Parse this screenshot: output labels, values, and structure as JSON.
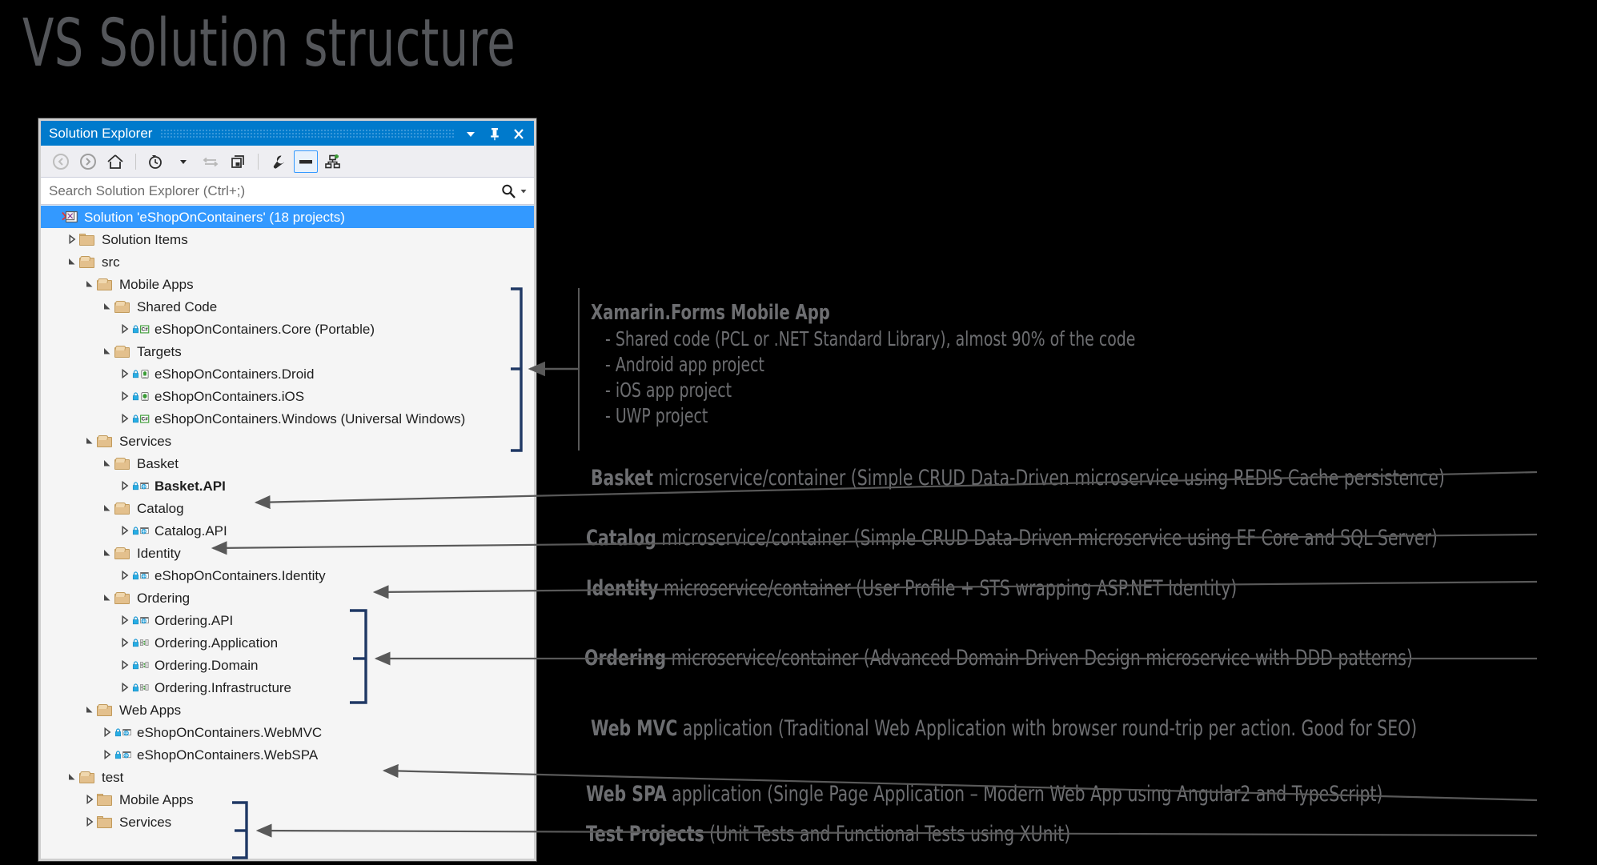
{
  "slide": {
    "title": "VS Solution structure"
  },
  "solution_explorer": {
    "window_title": "Solution Explorer",
    "titlebar_buttons": [
      {
        "name": "dropdown-icon",
        "label": "▾"
      },
      {
        "name": "pin-icon",
        "label": "Pin"
      },
      {
        "name": "close-icon",
        "label": "Close"
      }
    ],
    "toolbar": [
      {
        "name": "back-icon",
        "label": "Back"
      },
      {
        "name": "forward-icon",
        "label": "Forward"
      },
      {
        "name": "home-icon",
        "label": "Home"
      },
      {
        "name": "pending-changes-icon",
        "label": "Pending Changes"
      },
      {
        "name": "sync-icon",
        "label": "Sync with Active Document"
      },
      {
        "name": "show-all-files-icon",
        "label": "Show All Files"
      },
      {
        "name": "properties-icon",
        "label": "Properties"
      },
      {
        "name": "preview-selected-items-icon",
        "label": "Preview Selected Items"
      },
      {
        "name": "class-view-icon",
        "label": "View Class Diagram"
      }
    ],
    "search": {
      "placeholder": "Search Solution Explorer (Ctrl+;)",
      "value": ""
    },
    "tree": [
      {
        "depth": 0,
        "expander": "none",
        "icon": "solution",
        "label": "Solution 'eShopOnContainers' (18 projects)",
        "selected": true,
        "bold": false
      },
      {
        "depth": 1,
        "expander": "collapsed",
        "icon": "folder-closed",
        "label": "Solution Items",
        "selected": false,
        "bold": false
      },
      {
        "depth": 1,
        "expander": "expanded",
        "icon": "folder-open",
        "label": "src",
        "selected": false,
        "bold": false
      },
      {
        "depth": 2,
        "expander": "expanded",
        "icon": "folder-open",
        "label": "Mobile Apps",
        "selected": false,
        "bold": false
      },
      {
        "depth": 3,
        "expander": "expanded",
        "icon": "folder-open",
        "label": "Shared Code",
        "selected": false,
        "bold": false
      },
      {
        "depth": 4,
        "expander": "collapsed",
        "icon": "csharp",
        "label": "eShopOnContainers.Core (Portable)",
        "selected": false,
        "bold": false
      },
      {
        "depth": 3,
        "expander": "expanded",
        "icon": "folder-open",
        "label": "Targets",
        "selected": false,
        "bold": false
      },
      {
        "depth": 4,
        "expander": "collapsed",
        "icon": "android",
        "label": "eShopOnContainers.Droid",
        "selected": false,
        "bold": false
      },
      {
        "depth": 4,
        "expander": "collapsed",
        "icon": "ios",
        "label": "eShopOnContainers.iOS",
        "selected": false,
        "bold": false
      },
      {
        "depth": 4,
        "expander": "collapsed",
        "icon": "csharp",
        "label": "eShopOnContainers.Windows (Universal Windows)",
        "selected": false,
        "bold": false
      },
      {
        "depth": 2,
        "expander": "expanded",
        "icon": "folder-open",
        "label": "Services",
        "selected": false,
        "bold": false
      },
      {
        "depth": 3,
        "expander": "expanded",
        "icon": "folder-open",
        "label": "Basket",
        "selected": false,
        "bold": false
      },
      {
        "depth": 4,
        "expander": "collapsed",
        "icon": "web",
        "label": "Basket.API",
        "selected": false,
        "bold": true
      },
      {
        "depth": 3,
        "expander": "expanded",
        "icon": "folder-open",
        "label": "Catalog",
        "selected": false,
        "bold": false
      },
      {
        "depth": 4,
        "expander": "collapsed",
        "icon": "web",
        "label": "Catalog.API",
        "selected": false,
        "bold": false
      },
      {
        "depth": 3,
        "expander": "expanded",
        "icon": "folder-open",
        "label": "Identity",
        "selected": false,
        "bold": false
      },
      {
        "depth": 4,
        "expander": "collapsed",
        "icon": "web",
        "label": "eShopOnContainers.Identity",
        "selected": false,
        "bold": false
      },
      {
        "depth": 3,
        "expander": "expanded",
        "icon": "folder-open",
        "label": "Ordering",
        "selected": false,
        "bold": false
      },
      {
        "depth": 4,
        "expander": "collapsed",
        "icon": "web",
        "label": "Ordering.API",
        "selected": false,
        "bold": false
      },
      {
        "depth": 4,
        "expander": "collapsed",
        "icon": "library",
        "label": "Ordering.Application",
        "selected": false,
        "bold": false
      },
      {
        "depth": 4,
        "expander": "collapsed",
        "icon": "library",
        "label": "Ordering.Domain",
        "selected": false,
        "bold": false
      },
      {
        "depth": 4,
        "expander": "collapsed",
        "icon": "library",
        "label": "Ordering.Infrastructure",
        "selected": false,
        "bold": false
      },
      {
        "depth": 2,
        "expander": "expanded",
        "icon": "folder-open",
        "label": "Web Apps",
        "selected": false,
        "bold": false
      },
      {
        "depth": 3,
        "expander": "collapsed",
        "icon": "web",
        "label": "eShopOnContainers.WebMVC",
        "selected": false,
        "bold": false
      },
      {
        "depth": 3,
        "expander": "collapsed",
        "icon": "web",
        "label": "eShopOnContainers.WebSPA",
        "selected": false,
        "bold": false
      },
      {
        "depth": 1,
        "expander": "expanded",
        "icon": "folder-open",
        "label": "test",
        "selected": false,
        "bold": false
      },
      {
        "depth": 2,
        "expander": "collapsed",
        "icon": "folder-closed",
        "label": "Mobile Apps",
        "selected": false,
        "bold": false
      },
      {
        "depth": 2,
        "expander": "collapsed",
        "icon": "folder-closed",
        "label": "Services",
        "selected": false,
        "bold": false
      }
    ]
  },
  "annotations": {
    "mobile": {
      "title": "Xamarin.Forms Mobile App",
      "bullets": [
        "- Shared code (PCL or .NET Standard Library), almost 90% of the code",
        "- Android app project",
        "- iOS app project",
        "- UWP project"
      ]
    },
    "lines": [
      {
        "head": "Basket",
        "rest": " microservice/container (Simple CRUD Data-Driven microservice using REDIS Cache persistence)"
      },
      {
        "head": "Catalog",
        "rest": " microservice/container (Simple CRUD Data-Driven microservice using EF Core and SQL Server)"
      },
      {
        "head": "Identity",
        "rest": " microservice/container (User Profile + STS wrapping ASP.NET Identity)"
      },
      {
        "head": "Ordering",
        "rest": " microservice/container (Advanced Domain-Driven Design microservice with DDD patterns)"
      },
      {
        "head": "Web MVC",
        "rest": " application (Traditional Web Application with browser round-trip per action. Good for SEO)"
      },
      {
        "head": "Web SPA",
        "rest": " application (Single Page Application – Modern Web App using Angular2 and TypeScript)"
      },
      {
        "head": "Test Projects",
        "rest": " (Unit Tests and Functional Tests using XUnit)"
      }
    ]
  },
  "colors": {
    "background": "#000000",
    "title_text": "#54565a",
    "accent_blue": "#007acc",
    "selection_blue": "#3399ff",
    "bracket_navy": "#1f3864",
    "arrow_gray": "#595959",
    "annotation_text": "#6d6e71"
  }
}
